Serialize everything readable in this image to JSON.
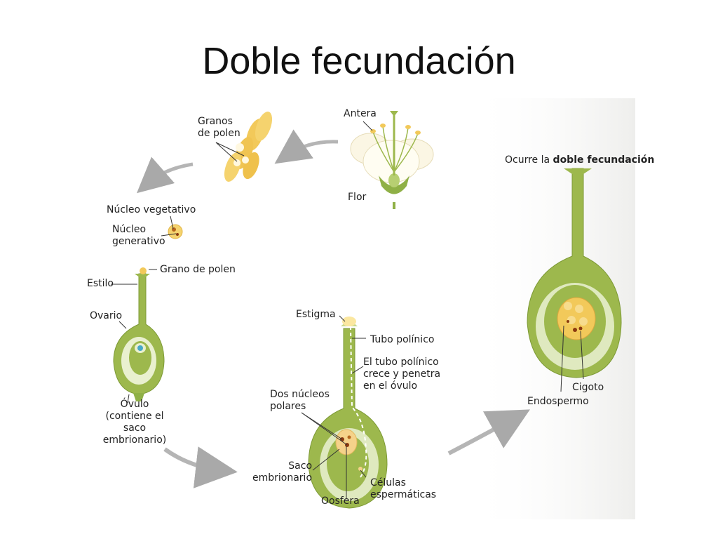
{
  "title": "Doble fecundación",
  "labels": {
    "antera": "Antera",
    "flor": "Flor",
    "granos_de_polen": "Granos\nde polen",
    "nucleo_vegetativo": "Núcleo vegetativo",
    "nucleo_generativo": "Núcleo\ngenerativo",
    "grano_de_polen": "Grano de polen",
    "estilo": "Estilo",
    "ovario": "Ovario",
    "ovulo": "Óvulo\n(contiene el\nsaco embrionario)",
    "estigma": "Estigma",
    "tubo_polinico": "Tubo polínico",
    "tubo_crece": "El tubo polínico\ncrece y penetra\nen el óvulo",
    "dos_nucleos": "Dos núcleos\npolares",
    "saco_embrionario": "Saco\nembrionario",
    "oosfera": "Oosfera",
    "celulas_espermaticas": "Células\nespermáticas",
    "ocurre_prefix": "Ocurre la",
    "ocurre_bold": "doble fecundación",
    "endospermo": "Endospermo",
    "cigoto": "Cigoto"
  },
  "colors": {
    "ovary_green": "#9db84d",
    "ovary_dark": "#6f8d2e",
    "pale_green": "#e9f0cf",
    "pollen_yellow": "#f2c95a",
    "sac_orange": "#f5d28a",
    "arrow_gray": "#a9a9a9"
  }
}
